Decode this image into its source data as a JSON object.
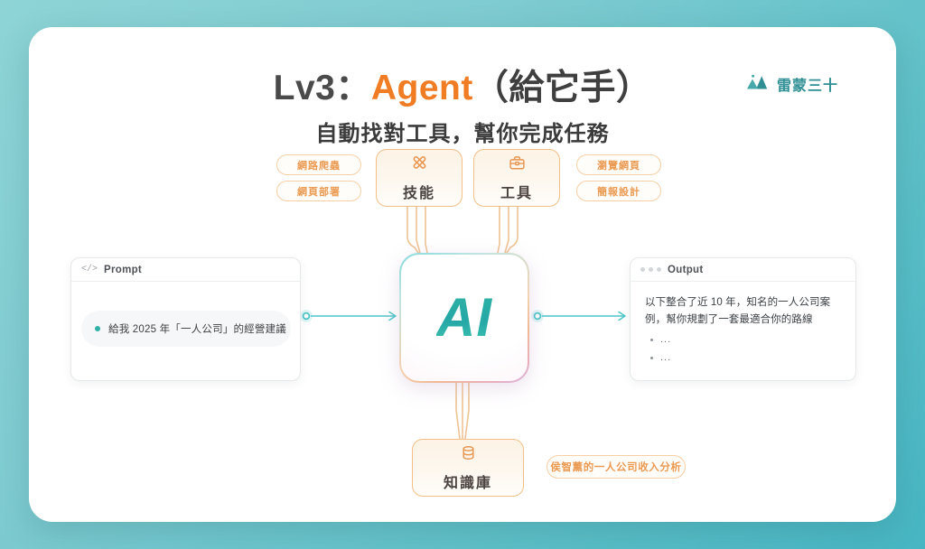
{
  "background": {
    "color_top_left": "#8ed4d6",
    "color_bottom_right": "#47b6c3"
  },
  "header": {
    "title_prefix": "Lv3：",
    "title_accent": "Agent",
    "title_suffix": "（給它手）",
    "subtitle": "自動找對工具，幫你完成任務",
    "accent_color": "#f07c24",
    "logo": {
      "icon": "mountain-icon",
      "text": "雷蒙三十",
      "color": "#2f8f95"
    }
  },
  "tags": {
    "left": [
      "網路爬蟲",
      "網頁部署"
    ],
    "right": [
      "瀏覽網頁",
      "簡報設計"
    ],
    "knowledge": "侯智薰的一人公司收入分析"
  },
  "nodes": {
    "skill": {
      "label": "技能",
      "icon": "crossed-tools-icon"
    },
    "tool": {
      "label": "工具",
      "icon": "toolbox-icon"
    },
    "knowledge_base": {
      "label": "知識庫",
      "icon": "database-icon"
    }
  },
  "core": {
    "label": "AI",
    "color": "#2fb3a4"
  },
  "prompt_panel": {
    "icon": "code-icon",
    "title": "Prompt",
    "message": "給我 2025 年「一人公司」的經營建議"
  },
  "output_panel": {
    "icon": "window-dots-icon",
    "title": "Output",
    "line1": "以下整合了近 10 年，知名的一人公司案",
    "line2": "例，幫你規劃了一套最適合你的路線",
    "bullets": [
      "...",
      "..."
    ]
  },
  "connectors": {
    "arrow_left": "prompt-to-ai-arrow",
    "arrow_right": "ai-to-output-arrow",
    "wire_color": "#efc393",
    "arrow_color": "#4cc4c8"
  }
}
